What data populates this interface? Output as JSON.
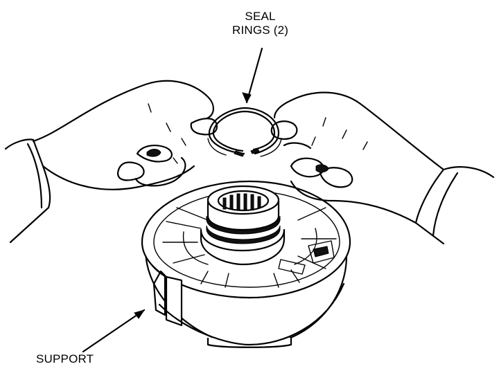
{
  "labels": {
    "seal_rings_line1": "SEAL",
    "seal_rings_line2": "RINGS (2)",
    "support": "SUPPORT"
  }
}
